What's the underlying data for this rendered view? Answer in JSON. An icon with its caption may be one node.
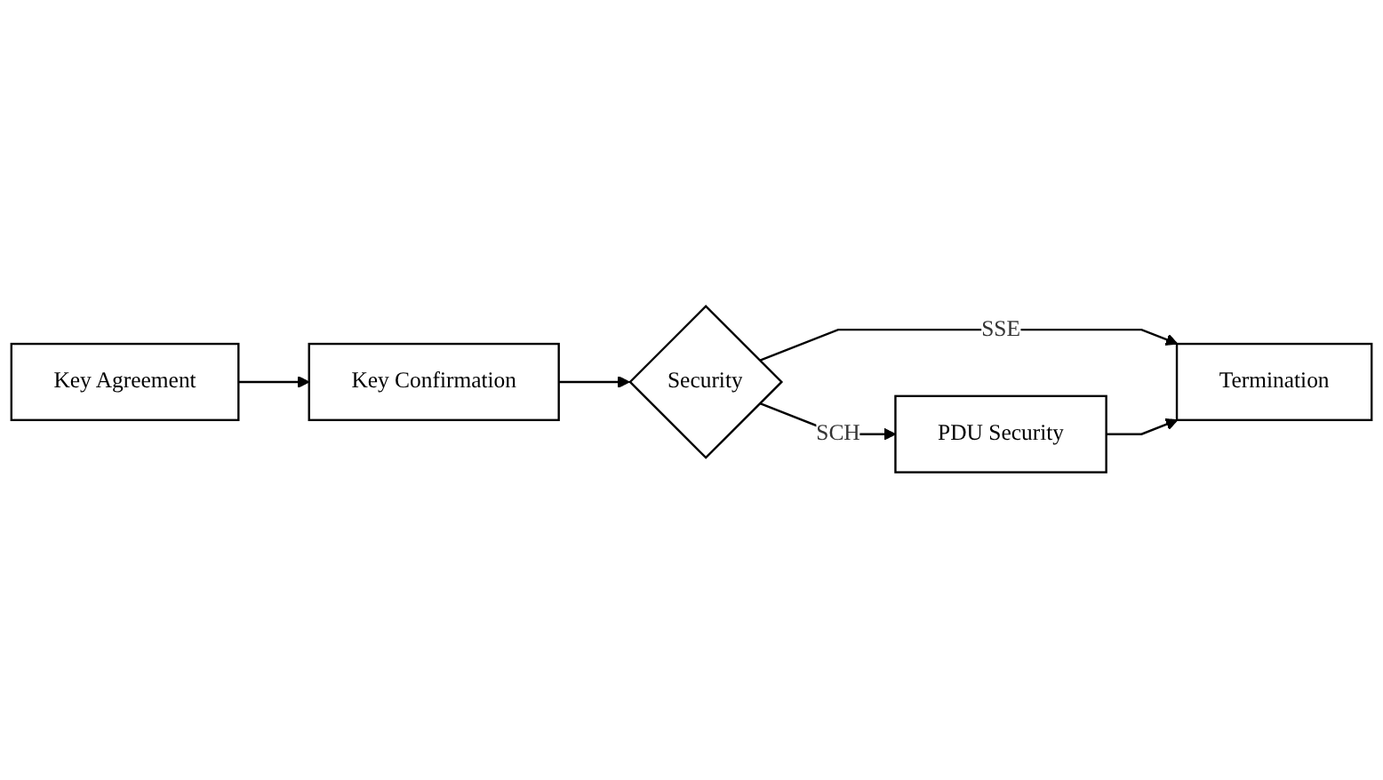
{
  "diagram": {
    "nodes": [
      {
        "text": [
          "Key Agreement"
        ]
      },
      {
        "text": [
          "Key Confirmation"
        ]
      },
      {
        "text": [
          "Security"
        ]
      },
      {
        "text": [
          "PDU Security"
        ]
      },
      {
        "text": [
          "Termination"
        ]
      }
    ],
    "edges": [
      {
        "from": 0,
        "to": 1,
        "arrow": "to"
      },
      {
        "from": 1,
        "to": 2,
        "arrow": "to"
      },
      {
        "from": 2,
        "to": 3,
        "arrow": "to",
        "label": "SCH"
      },
      {
        "from": 2,
        "to": 4,
        "arrow": "to",
        "label": "SSE"
      },
      {
        "from": 3,
        "to": 4,
        "arrow": "to"
      }
    ]
  }
}
